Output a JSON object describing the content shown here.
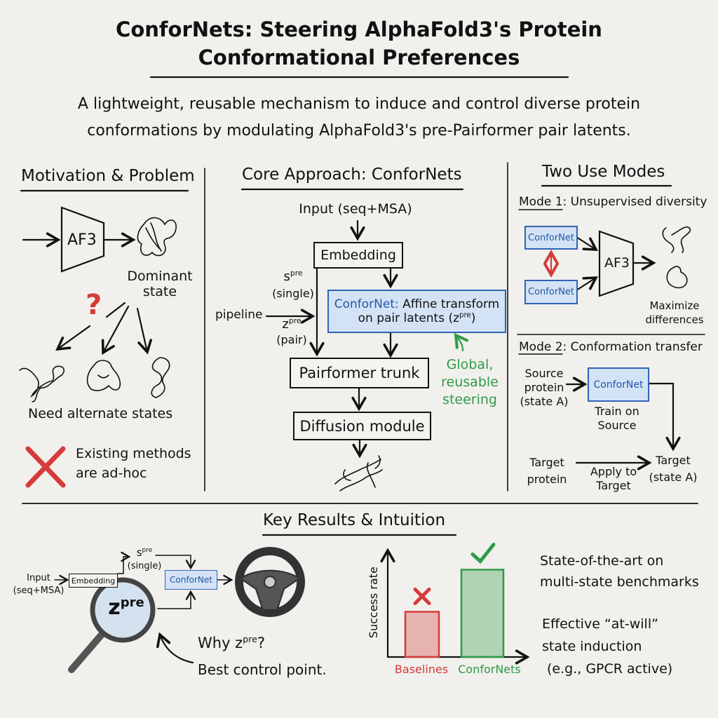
{
  "title": {
    "line1": "ConforNets: Steering AlphaFold3's Protein",
    "line2": "Conformational Preferences"
  },
  "subtitle": {
    "line1": "A lightweight, reusable mechanism to induce and control diverse protein",
    "line2": "conformations by modulating AlphaFold3's pre-Pairformer pair latents."
  },
  "motivation": {
    "heading": "Motivation & Problem",
    "af3": "AF3",
    "dominant": "Dominant",
    "state": "state",
    "question": "?",
    "alternate": "Need alternate states",
    "existing1": "Existing methods",
    "existing2": "are ad-hoc"
  },
  "core": {
    "heading": "Core Approach: ConforNets",
    "input": "Input (seq+MSA)",
    "embedding": "Embedding",
    "s": "s",
    "pre": "pre",
    "single": "(single)",
    "pipeline": "pipeline",
    "z": "z",
    "pair": "(pair)",
    "confornet_name": "ConforNet:",
    "confornet_desc1": "Affine transform",
    "confornet_desc2": "on pair latents (z",
    "confornet_desc2_end": ")",
    "pairformer": "Pairformer trunk",
    "diffusion": "Diffusion module",
    "global1": "Global,",
    "global2": "reusable",
    "global3": "steering"
  },
  "modes": {
    "heading": "Two Use Modes",
    "mode1_label": "Mode 1",
    "mode1_text": ": Unsupervised diversity",
    "confornet": "ConforNet",
    "af3": "AF3",
    "maximize1": "Maximize",
    "maximize2": "differences",
    "mode2_label": "Mode 2",
    "mode2_text": ": Conformation transfer",
    "source1": "Source",
    "source2": "protein",
    "source3": "(state A)",
    "train1": "Train on",
    "train2": "Source",
    "target_protein1": "Target",
    "target_protein2": "protein",
    "apply1": "Apply to",
    "apply2": "Target",
    "target_out1": "Target",
    "target_out2": "(state A)"
  },
  "results": {
    "heading": "Key Results & Intuition",
    "input": "Input",
    "seqmsa": "(seq+MSA)",
    "embedding": "Embedding",
    "s": "s",
    "pre": "pre",
    "single": "(single)",
    "confornet": "ConforNet",
    "z": "z",
    "why": "Why z",
    "why_end": "?",
    "best": "Best control point.",
    "sota1": "State-of-the-art on",
    "sota2": "multi-state benchmarks",
    "eff1": "Effective “at-will”",
    "eff2": "state induction",
    "eff3": "(e.g., GPCR active)"
  },
  "chart_data": {
    "type": "bar",
    "title": "",
    "xlabel": "",
    "ylabel": "Success rate",
    "categories": [
      "Baselines",
      "ConforNets"
    ],
    "values": [
      0.43,
      0.83
    ],
    "ylim": [
      0,
      1
    ],
    "colors": [
      "#d63a3a",
      "#2f9a48"
    ],
    "markers": [
      "cross",
      "check"
    ]
  },
  "colors": {
    "blue": "#2f64b5",
    "red": "#d63a3a",
    "green": "#2f9a48"
  }
}
